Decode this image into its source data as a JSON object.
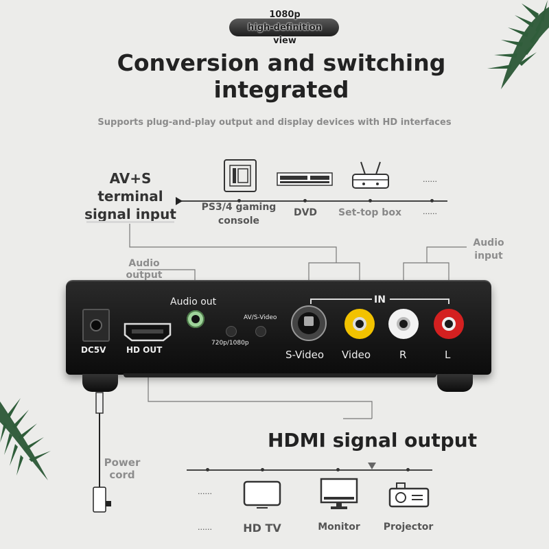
{
  "badge": {
    "text": "1080p\nhigh-definition\nview"
  },
  "title": {
    "line1": "Conversion and switching",
    "line2": "integrated"
  },
  "subtitle": "Supports plug-and-play output and display devices with HD interfaces",
  "input_section": {
    "label_line1": "AV+S",
    "label_line2": "terminal",
    "label_line3": "signal input",
    "devices": [
      {
        "icon": "gaming-console-icon",
        "label_line1": "PS3/4 gaming",
        "label_line2": "console"
      },
      {
        "icon": "dvd-player-icon",
        "label_line1": "DVD"
      },
      {
        "icon": "set-top-box-icon",
        "label_line1": "Set-top box"
      }
    ],
    "ellipsis_top": "......",
    "ellipsis_bottom": "......"
  },
  "callouts": {
    "audio_output": {
      "line1": "Audio",
      "line2": "output"
    },
    "audio_input": {
      "line1": "Audio",
      "line2": "input"
    },
    "power_cord": {
      "line1": "Power",
      "line2": "cord"
    }
  },
  "device": {
    "dc_label": "DC5V",
    "hd_out_label": "HD OUT",
    "audio_out_label": "Audio out",
    "btn1_label": "720p/1080p",
    "btn2_label": "AV/S-Video",
    "in_label": "IN",
    "port_labels": [
      "S-Video",
      "Video",
      "R",
      "L"
    ],
    "colors": {
      "video": "#f2c200",
      "r": "#f2f2f2",
      "l": "#d42020",
      "audio_jack": "#9fd39a"
    }
  },
  "output_section": {
    "label": "HDMI signal output",
    "devices": [
      {
        "icon": "tv-icon",
        "label": "HD TV"
      },
      {
        "icon": "monitor-icon",
        "label": "Monitor"
      },
      {
        "icon": "projector-icon",
        "label": "Projector"
      }
    ],
    "ellipsis_top": "......",
    "ellipsis_bottom": "......"
  }
}
